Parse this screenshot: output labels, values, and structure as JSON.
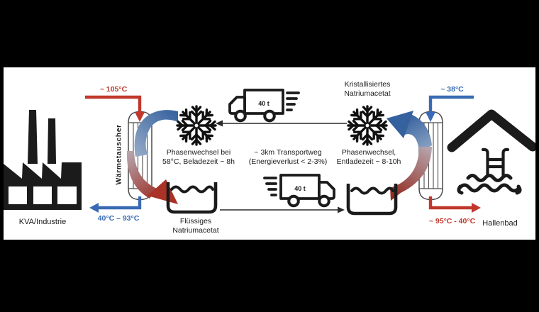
{
  "colors": {
    "background": "#000000",
    "panel": "#ffffff",
    "ink": "#1b1b1b",
    "hot_red": "#c0382b",
    "swoosh_red": "#9c2d22",
    "cool_blue": "#3a6ab3",
    "swoosh_blue": "#3c6ba6"
  },
  "left_side": {
    "facility_label": "KVA/Industrie",
    "exchanger_label": "Wärmetauscher",
    "inlet_temperature": "~ 105°C",
    "outlet_temperature": "40°C – 93°C",
    "phase_change_line1": "Phasenwechsel bei",
    "phase_change_line2": "58°C, Beladezeit ~ 8h"
  },
  "right_side": {
    "facility_label": "Hallenbad",
    "inlet_temperature": "~ 38°C",
    "outlet_temperature": "~ 95°C - 40°C",
    "phase_change_line1": "Phasenwechsel,",
    "phase_change_line2": "Entladezeit ~ 8-10h"
  },
  "transport": {
    "route_line1": "~ 3km Transportweg",
    "route_line2": "(Energieverlust < 2-3%)",
    "truck_top_load": "40 t",
    "truck_bottom_load": "40 t"
  },
  "materials": {
    "crystalline_line1": "Kristallisiertes",
    "crystalline_line2": "Natriumacetat",
    "liquid_line1": "Flüssiges",
    "liquid_line2": "Natriumacetat"
  }
}
